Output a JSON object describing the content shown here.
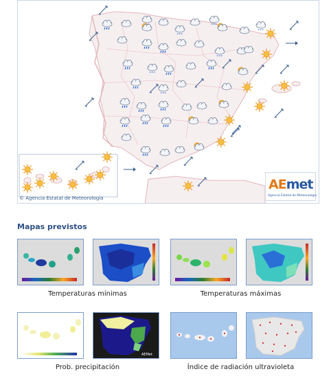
{
  "map": {
    "credit": "© Agencia Estatal de Meteorología",
    "logo_text_a": "AE",
    "logo_text_b": "met",
    "logo_sub": "Agencia Estatal de Meteorología",
    "colors": {
      "land": "#f6eff0",
      "border": "#e2b6bb",
      "sea": "#ffffff",
      "frame": "#c9d6e6",
      "inset_frame": "#b9c6d8"
    }
  },
  "section": {
    "title": "Mapas previstos"
  },
  "maps": [
    {
      "caption": "Temperaturas mínimas"
    },
    {
      "caption": "Temperaturas máximas"
    },
    {
      "caption": "Prob. precipitación"
    },
    {
      "caption": "Índice de radiación ultravioleta"
    }
  ],
  "icons": {
    "sun": "sun-icon",
    "cloud": "cloud-icon",
    "rain": "rain-cloud-icon",
    "snow": "snow-cloud-icon",
    "wind": "wind-arrow-icon"
  }
}
